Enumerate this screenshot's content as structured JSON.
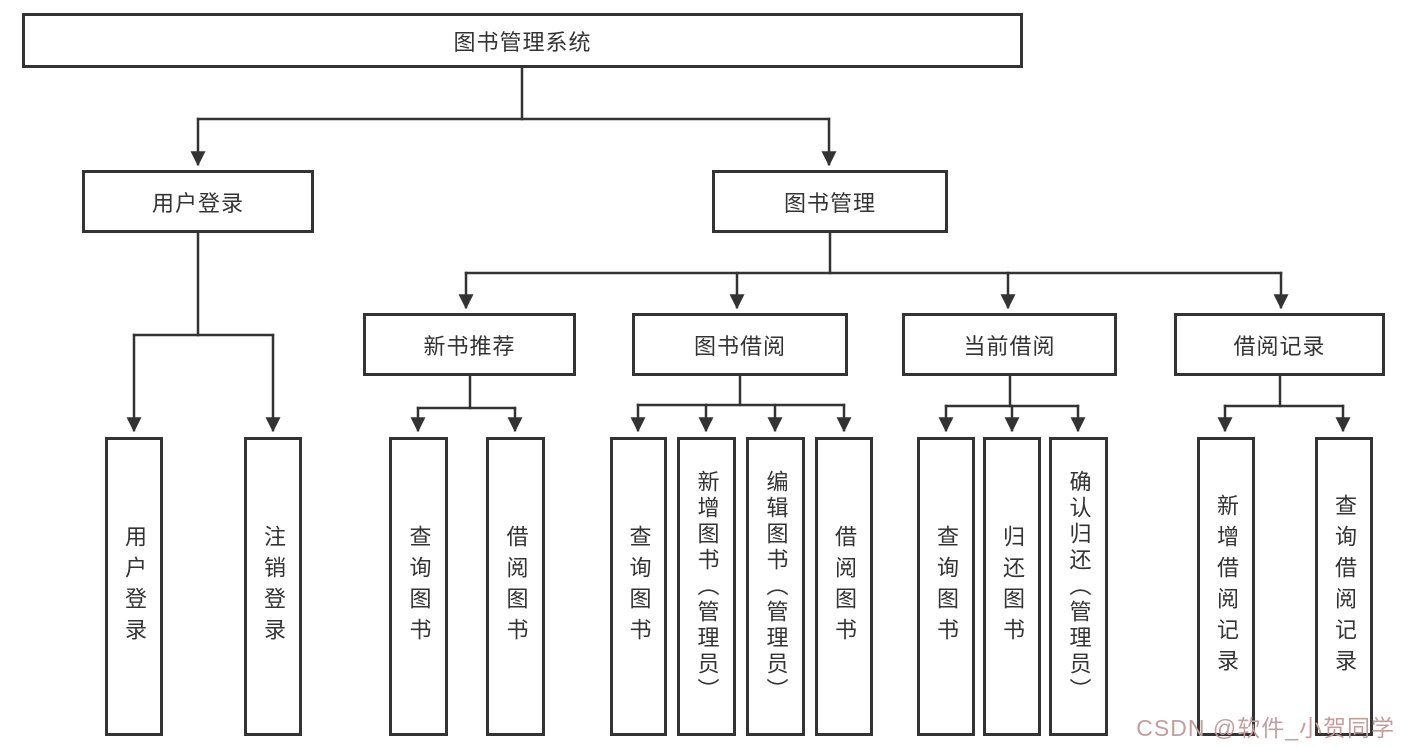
{
  "tree": {
    "root": "图书管理系统",
    "level2": [
      "用户登录",
      "图书管理"
    ],
    "level3": [
      "新书推荐",
      "图书借阅",
      "当前借阅",
      "借阅记录"
    ],
    "leaves": [
      "用户登录",
      "注销登录",
      "查询图书",
      "借阅图书",
      "查询图书",
      "新增图书（管理员）",
      "编辑图书（管理员）",
      "借阅图书",
      "查询图书",
      "归还图书",
      "确认归还（管理员）",
      "新增借阅记录",
      "查询借阅记录"
    ]
  },
  "watermark": {
    "text": "CSDN @软件_小贺同学"
  },
  "colors": {
    "line": "#333333",
    "text": "#333333",
    "box_background": "#ffffff",
    "watermark": "#c49e9e"
  }
}
